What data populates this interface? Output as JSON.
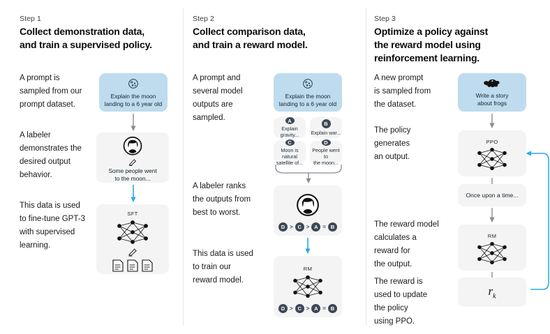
{
  "columns": [
    {
      "step_label": "Step 1",
      "title_line1": "Collect demonstration data,",
      "title_line2": "and train a supervised policy.",
      "texts": [
        "A prompt is\nsampled from our\nprompt dataset.",
        "A labeler\ndemonstrates the\ndesired output\nbehavior.",
        "This data is used\nto fine-tune GPT-3\nwith supervised\nlearning."
      ],
      "prompt_card": {
        "text": "Explain the moon\nlanding to a 6 year old",
        "icon": "moon-icon",
        "color": "#bedcee"
      },
      "labeler_card": {
        "text": "Some people went\nto the moon...",
        "icon": "labeler-avatar-icon",
        "pencil": "pencil-icon"
      },
      "model_card": {
        "label": "SFT",
        "icon": "neural-network-icon",
        "pencil": "pencil-icon",
        "docs": "documents-icon"
      }
    },
    {
      "step_label": "Step 2",
      "title_line1": "Collect comparison data,",
      "title_line2": "and train a reward model.",
      "texts": [
        "A prompt and\nseveral model\noutputs are\nsampled.",
        "A labeler ranks\nthe outputs from\nbest to worst.",
        "This data is used\nto train our\nreward model."
      ],
      "prompt_card": {
        "text": "Explain the moon\nlanding to a 6 year old",
        "icon": "moon-icon",
        "color": "#bedcee"
      },
      "outputs": [
        {
          "badge": "A",
          "text": "Explain gravity..."
        },
        {
          "badge": "B",
          "text": "Explain war..."
        },
        {
          "badge": "C",
          "text": "Moon is natural\nsatellite of..."
        },
        {
          "badge": "D",
          "text": "People went to\nthe moon..."
        }
      ],
      "ranking": [
        "D",
        ">",
        "C",
        ">",
        "A",
        "=",
        "B"
      ],
      "labeler_card": {
        "icon": "labeler-avatar-icon"
      },
      "model_card": {
        "label": "RM",
        "icon": "neural-network-icon"
      }
    },
    {
      "step_label": "Step 3",
      "title_line1": "Optimize a policy against",
      "title_line2": "the reward model using",
      "title_line3": "reinforcement learning.",
      "texts": [
        "A new prompt\nis sampled from\nthe dataset.",
        "The policy\ngenerates\nan output.",
        "The reward model\ncalculates a\nreward for\nthe output.",
        "The reward is\nused to update\nthe policy\nusing PPO."
      ],
      "prompt_card": {
        "text": "Write a story\nabout frogs",
        "icon": "frog-icon",
        "color": "#bedcee"
      },
      "ppo_card": {
        "label": "PPO",
        "icon": "neural-network-icon"
      },
      "output_card": {
        "text": "Once upon a time..."
      },
      "rm_card": {
        "label": "RM",
        "icon": "neural-network-icon"
      },
      "reward_card": {
        "symbol": "r",
        "subscript": "k"
      }
    }
  ],
  "colors": {
    "blue_card": "#bedcee",
    "grey_card": "#f4f4f4",
    "arrow": "#8b8b93",
    "feedback_arrow": "#29abe2",
    "badge": "#3c4856"
  }
}
